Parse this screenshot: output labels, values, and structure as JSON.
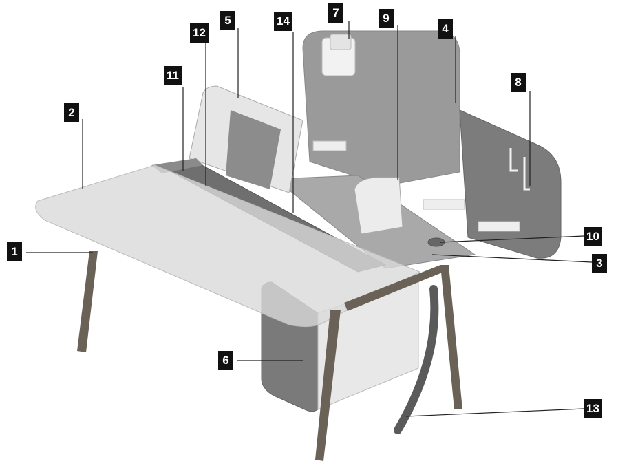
{
  "diagram": {
    "colors": {
      "background": "#ffffff",
      "label_bg": "#111111",
      "label_text": "#ffffff",
      "leader": "#222222",
      "wood": "#6b6257",
      "glass": "#d9d9d9",
      "panel": "#9a9a9a",
      "panel_dark": "#7c7c7c",
      "mesh": "#6f6f6f",
      "white_part": "#eeeeee"
    },
    "callouts": [
      {
        "id": "c1",
        "label": "1"
      },
      {
        "id": "c2",
        "label": "2"
      },
      {
        "id": "c3",
        "label": "3"
      },
      {
        "id": "c4",
        "label": "4"
      },
      {
        "id": "c5",
        "label": "5"
      },
      {
        "id": "c6",
        "label": "6"
      },
      {
        "id": "c7",
        "label": "7"
      },
      {
        "id": "c8",
        "label": "8"
      },
      {
        "id": "c9",
        "label": "9"
      },
      {
        "id": "c10",
        "label": "10"
      },
      {
        "id": "c11",
        "label": "11"
      },
      {
        "id": "c12",
        "label": "12"
      },
      {
        "id": "c13",
        "label": "13"
      },
      {
        "id": "c14",
        "label": "14"
      }
    ]
  }
}
